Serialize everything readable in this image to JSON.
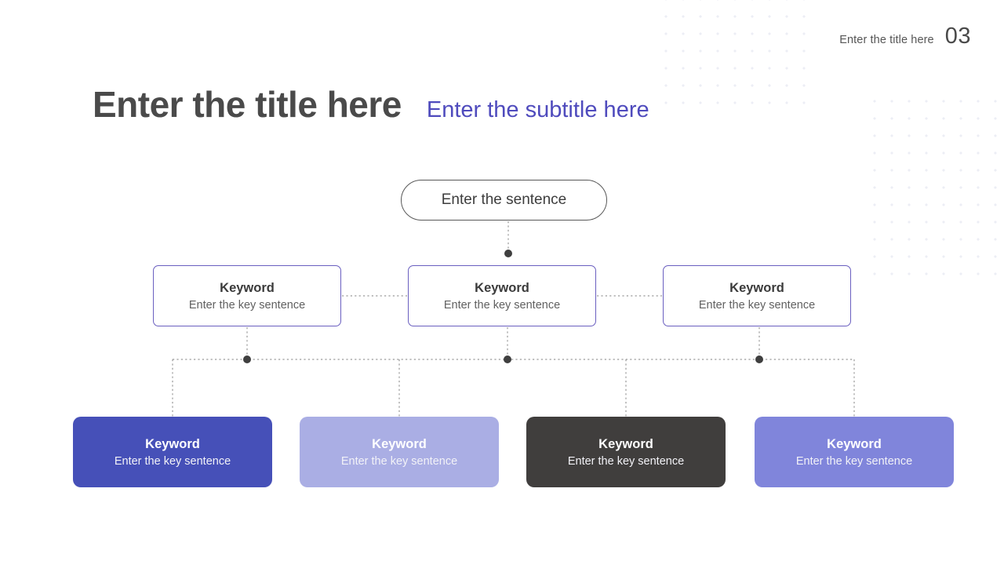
{
  "header": {
    "label": "Enter the title here",
    "number": "03"
  },
  "titles": {
    "title": "Enter the title here",
    "subtitle": "Enter the subtitle here"
  },
  "diagram": {
    "root": {
      "text": "Enter the sentence"
    },
    "middle_nodes": [
      {
        "keyword": "Keyword",
        "sentence": "Enter the key sentence"
      },
      {
        "keyword": "Keyword",
        "sentence": "Enter the key sentence"
      },
      {
        "keyword": "Keyword",
        "sentence": "Enter the key sentence"
      }
    ],
    "bottom_cards": [
      {
        "keyword": "Keyword",
        "sentence": "Enter the key sentence",
        "color": "#4650b8"
      },
      {
        "keyword": "Keyword",
        "sentence": "Enter the key sentence",
        "color": "#aaaee4"
      },
      {
        "keyword": "Keyword",
        "sentence": "Enter the key sentence",
        "color": "#403e3d"
      },
      {
        "keyword": "Keyword",
        "sentence": "Enter the key sentence",
        "color": "#8085db"
      }
    ]
  },
  "colors": {
    "accent": "#4f4bbd",
    "node_border": "#6a5fc0",
    "connector": "#9a9a9a",
    "title_text": "#4a4a4a",
    "dot_grid": "#eceef5"
  }
}
